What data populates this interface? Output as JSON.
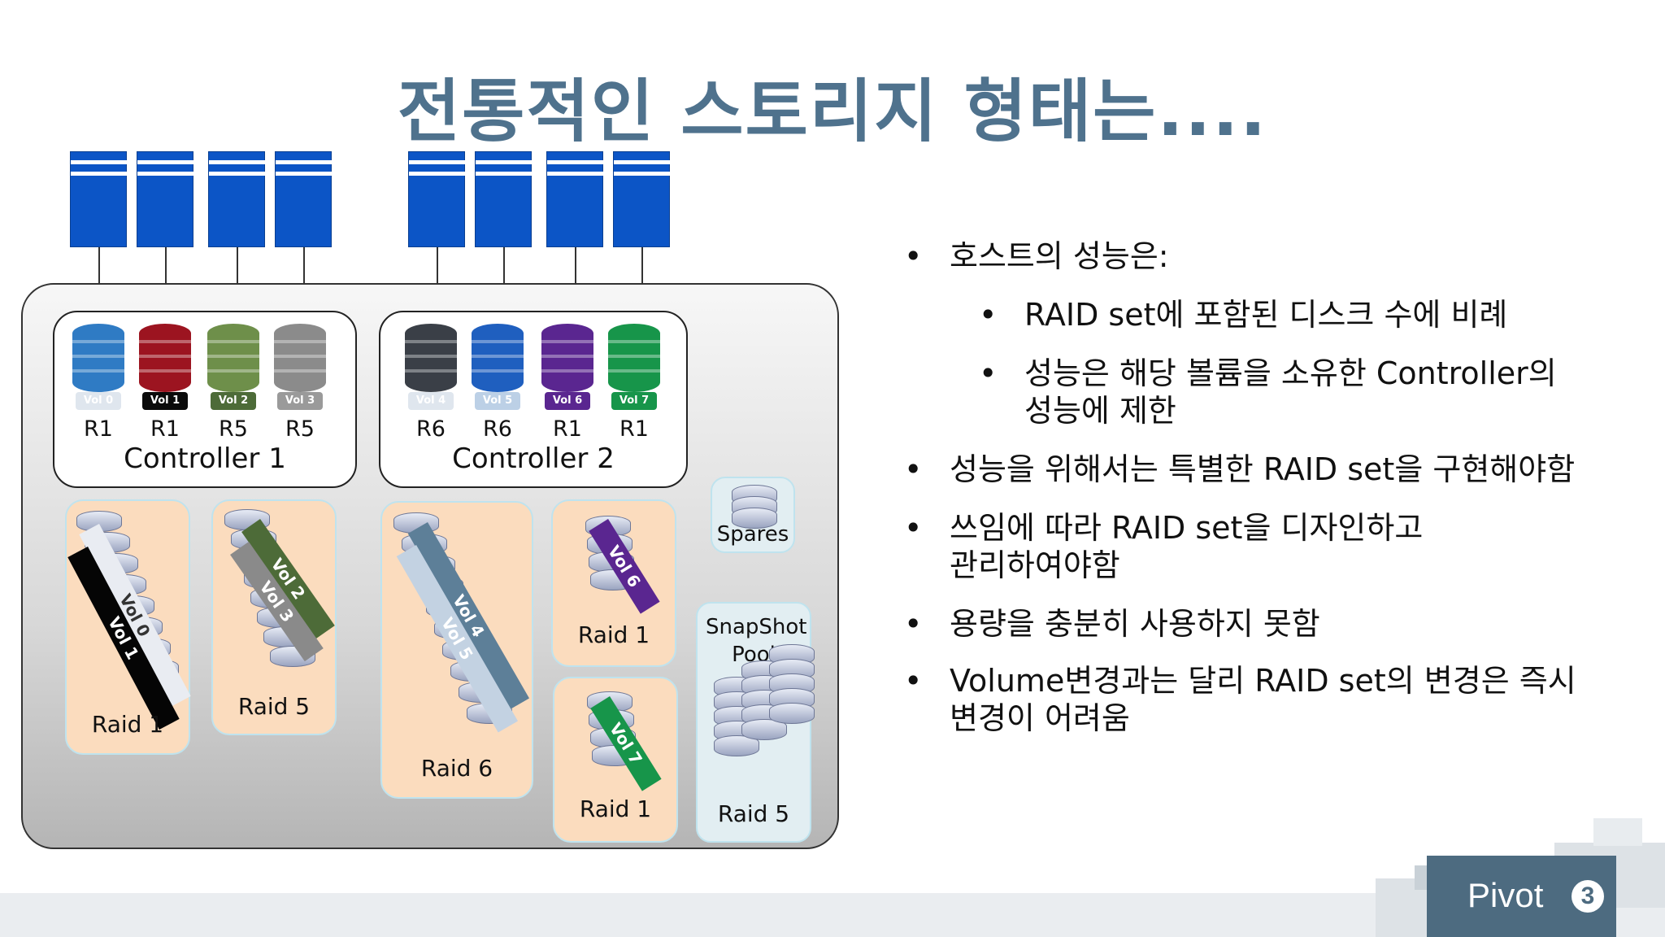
{
  "title": "전통적인 스토리지 형태는....",
  "diagram": {
    "controllers": [
      {
        "label": "Controller 1",
        "disks": [
          {
            "raid": "R1",
            "vol": "Vol 0",
            "color": "#2f7bc4",
            "tag_color": "#dfe6ee"
          },
          {
            "raid": "R1",
            "vol": "Vol 1",
            "color": "#9c1420",
            "tag_color": "#0b0b0b"
          },
          {
            "raid": "R5",
            "vol": "Vol 2",
            "color": "#6e8f4a",
            "tag_color": "#4d6b38"
          },
          {
            "raid": "R5",
            "vol": "Vol 3",
            "color": "#8b8b8b",
            "tag_color": "#9a9a9a"
          }
        ]
      },
      {
        "label": "Controller 2",
        "disks": [
          {
            "raid": "R6",
            "vol": "Vol 4",
            "color": "#3a3f47",
            "tag_color": "#dfe6ee"
          },
          {
            "raid": "R6",
            "vol": "Vol 5",
            "color": "#1f5fbf",
            "tag_color": "#bcd0e6"
          },
          {
            "raid": "R1",
            "vol": "Vol 6",
            "color": "#5a2690",
            "tag_color": "#5a2690"
          },
          {
            "raid": "R1",
            "vol": "Vol 7",
            "color": "#17954a",
            "tag_color": "#17954a"
          }
        ]
      }
    ],
    "raid_groups": [
      {
        "label": "Raid 1",
        "vols": [
          "Vol 0",
          "Vol 1"
        ]
      },
      {
        "label": "Raid 5",
        "vols": [
          "Vol 2",
          "Vol 3"
        ]
      },
      {
        "label": "Raid 6",
        "vols": [
          "Vol 4",
          "Vol 5"
        ]
      },
      {
        "label": "Raid 1",
        "vols": [
          "Vol 6"
        ]
      },
      {
        "label": "Raid 1",
        "vols": [
          "Vol 7"
        ]
      },
      {
        "label": "Raid 5",
        "vols": []
      }
    ],
    "spares_label": "Spares",
    "snapshot_label": "SnapShot Pool"
  },
  "bullets": [
    {
      "text": "호스트의 성능은:",
      "level": 1
    },
    {
      "text": "RAID set에 포함된 디스크 수에 비례",
      "level": 2
    },
    {
      "text": "성능은 해당 볼륨을 소유한 Controller의 성능에 제한",
      "level": 2
    },
    {
      "text": "성능을 위해서는 특별한 RAID set을 구현해야함",
      "level": 1
    },
    {
      "text": "쓰임에 따라 RAID set을 디자인하고 관리하여야함",
      "level": 1
    },
    {
      "text": "용량을 충분히 사용하지 못함",
      "level": 1
    },
    {
      "text": "Volume변경과는 달리 RAID set의 변경은 즉시 변경이 어려움",
      "level": 1
    }
  ],
  "logo": {
    "text": "Pivot",
    "mark": "3"
  }
}
